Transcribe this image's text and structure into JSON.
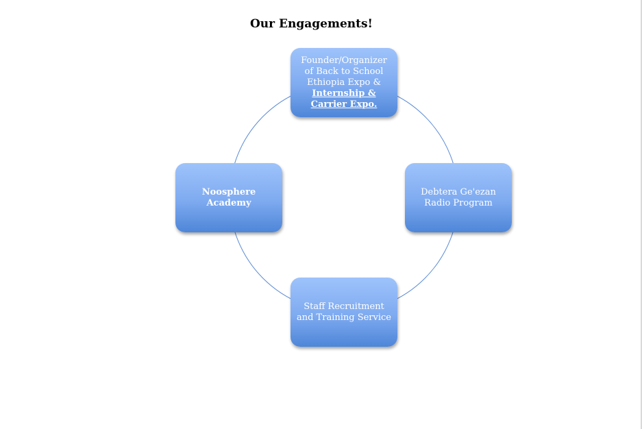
{
  "title": "Our Engagements!",
  "diagram": {
    "type": "cycle",
    "ring_color": "#5b8bd6",
    "node_color": "#6f9fe8",
    "nodes": {
      "top": {
        "lines": [
          "Founder/Organizer",
          "of Back to School",
          "Ethiopia Expo &",
          "Internship &",
          "Carrier Expo."
        ]
      },
      "right": {
        "lines": [
          "Debtera Ge'ezan",
          "Radio Program"
        ]
      },
      "bottom": {
        "lines": [
          "Staff Recruitment",
          "and Training Service"
        ]
      },
      "left": {
        "lines": [
          "Noosphere",
          "Academy"
        ]
      }
    }
  }
}
